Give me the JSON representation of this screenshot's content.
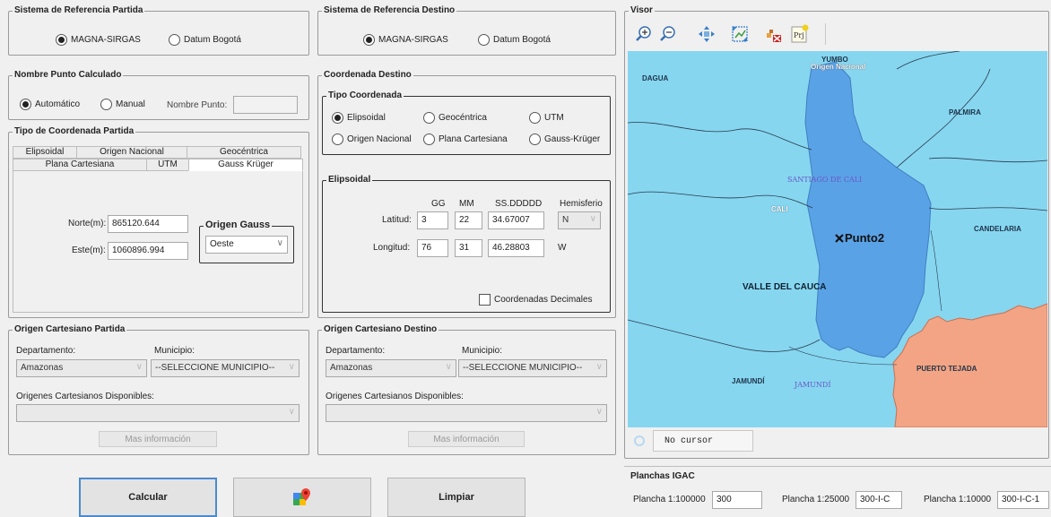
{
  "ref_partida": {
    "title": "Sistema de Referencia Partida",
    "options": [
      "MAGNA-SIRGAS",
      "Datum Bogotá"
    ],
    "selected": 0
  },
  "ref_destino": {
    "title": "Sistema de Referencia Destino",
    "options": [
      "MAGNA-SIRGAS",
      "Datum Bogotá"
    ],
    "selected": 0
  },
  "nombre_punto": {
    "title": "Nombre Punto Calculado",
    "auto_label": "Automático",
    "manual_label": "Manual",
    "name_label": "Nombre Punto:",
    "name_value": ""
  },
  "tipo_partida": {
    "title": "Tipo de Coordenada Partida",
    "tabs_row1": [
      "Elipsoidal",
      "Origen Nacional",
      "Geocéntrica"
    ],
    "tabs_row2": [
      "Plana Cartesiana",
      "UTM",
      "Gauss Krüger"
    ],
    "active_tab": "Gauss Krüger",
    "norte_label": "Norte(m):",
    "norte_value": "865120.644",
    "este_label": "Este(m):",
    "este_value": "1060896.994",
    "origen_gauss_title": "Origen Gauss",
    "origen_gauss_value": "Oeste"
  },
  "coord_destino": {
    "title": "Coordenada Destino",
    "tipo_title": "Tipo Coordenada",
    "options": [
      "Elipsoidal",
      "Geocéntrica",
      "UTM",
      "Origen Nacional",
      "Plana Cartesiana",
      "Gauss-Krüger"
    ],
    "selected": "Elipsoidal"
  },
  "elipsoidal": {
    "title": "Elipsoidal",
    "col_gg": "GG",
    "col_mm": "MM",
    "col_ss": "SS.DDDDD",
    "col_hem": "Hemisferio",
    "lat_label": "Latitud:",
    "lat_gg": "3",
    "lat_mm": "22",
    "lat_ss": "34.67007",
    "lat_hem": "N",
    "lon_label": "Longitud:",
    "lon_gg": "76",
    "lon_mm": "31",
    "lon_ss": "46.28803",
    "lon_hem": "W",
    "decimal_label": "Coordenadas Decimales"
  },
  "cart_partida": {
    "title": "Origen Cartesiano Partida",
    "depto_label": "Departamento:",
    "depto_value": "Amazonas",
    "muni_label": "Municipio:",
    "muni_value": "--SELECCIONE MUNICIPIO--",
    "origenes_label": "Origenes Cartesianos Disponibles:",
    "mas_info": "Mas información"
  },
  "cart_destino": {
    "title": "Origen Cartesiano Destino",
    "depto_label": "Departamento:",
    "depto_value": "Amazonas",
    "muni_label": "Municipio:",
    "muni_value": "--SELECCIONE MUNICIPIO--",
    "origenes_label": "Origenes Cartesianos Disponibles:",
    "mas_info": "Mas información"
  },
  "buttons": {
    "calcular": "Calcular",
    "limpiar": "Limpiar",
    "maps_icon": "google-maps-icon"
  },
  "visor": {
    "title": "Visor",
    "tools": [
      "zoom-in-icon",
      "zoom-out-icon",
      "pan-icon",
      "zoom-extent-icon",
      "clear-layer-icon",
      "projection-icon"
    ],
    "prj_label": "Prj",
    "status": "No cursor",
    "labels": {
      "yumbo": "YUMBO",
      "origen_nacional": "Origen Nacional",
      "dagua": "DAGUA",
      "palmira": "PALMIRA",
      "santiago": "SANTIAGO DE CALI",
      "cali": "CALI",
      "candelaria": "CANDELARIA",
      "punto": "Punto2",
      "valle": "VALLE DEL CAUCA",
      "puerto_tejada": "PUERTO TEJADA",
      "jamundi": "JAMUNDÍ",
      "jamundi2": "JAMUNDÍ"
    },
    "colors": {
      "background": "#86d6f0",
      "cali": "#5aa2e6",
      "cauca": "#f2a484"
    }
  },
  "planchas": {
    "title": "Planchas IGAC",
    "p100k_label": "Plancha 1:100000",
    "p100k_value": "300",
    "p25k_label": "Plancha 1:25000",
    "p25k_value": "300-I-C",
    "p10k_label": "Plancha 1:10000",
    "p10k_value": "300-I-C-1"
  }
}
